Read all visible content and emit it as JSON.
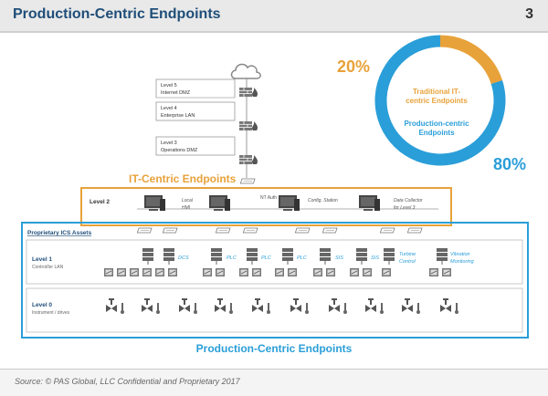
{
  "header": {
    "title": "Production-Centric Endpoints",
    "page_number": "3"
  },
  "levels": {
    "l5": {
      "name": "Level 5",
      "desc": "Internet DMZ"
    },
    "l4": {
      "name": "Level 4",
      "desc": "Enterprise LAN"
    },
    "l3": {
      "name": "Level 3",
      "desc": "Operations DMZ"
    },
    "l2": {
      "name": "Level 2"
    },
    "l1": {
      "name": "Level 1",
      "desc": "Control/ler LAN"
    },
    "l0": {
      "name": "Level 0",
      "desc": "Instrument / drives"
    }
  },
  "labels": {
    "it_centric": "IT-Centric Endpoints",
    "production_centric": "Production-Centric Endpoints",
    "proprietary": "Proprietary ICS Assets",
    "nt_auth": "NT Auth"
  },
  "level2_nodes": [
    {
      "line1": "Local",
      "line2": "HMI"
    },
    {
      "line1": "",
      "line2": ""
    },
    {
      "line1": "Config. Station",
      "line2": ""
    },
    {
      "line1": "Data Collector",
      "line2": "for Level 3"
    }
  ],
  "level1_labels": [
    "DCS",
    "PLC",
    "PLC",
    "PLC",
    "SIS",
    "SIS"
  ],
  "level1_special": [
    {
      "line1": "Turbine",
      "line2": "Control"
    },
    {
      "line1": "Vibration",
      "line2": "Monitoring"
    }
  ],
  "donut": {
    "label_it": "Traditional IT-centric Endpoints",
    "label_prod": "Production-centric Endpoints",
    "pct_it": "20%",
    "pct_prod": "80%",
    "it_fraction": 0.2
  },
  "colors": {
    "it": "#e8a23a",
    "prod": "#2a9ed8",
    "title": "#1f4e79"
  },
  "footer": {
    "text": "Source: © PAS Global, LLC     Confidential and Proprietary 2017"
  }
}
